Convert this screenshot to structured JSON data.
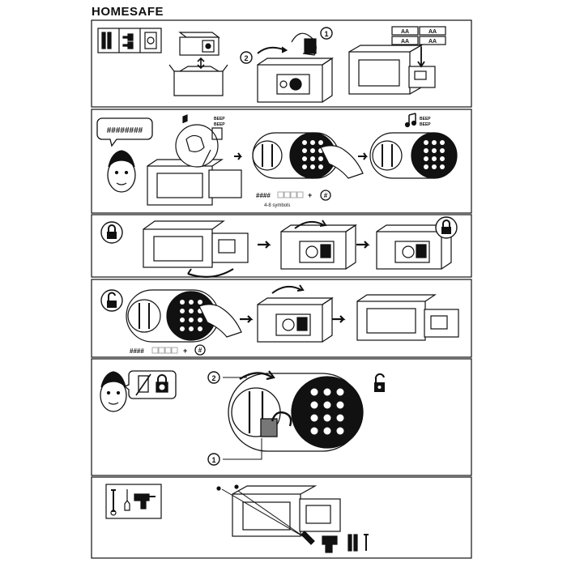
{
  "brand": "HOMESAFE",
  "panel1": {
    "step1": "1",
    "step2": "2",
    "battery_labels": [
      "AA",
      "AA",
      "AA",
      "AA"
    ]
  },
  "panel2": {
    "speech": "########",
    "beep_top": "BEEP",
    "beep_bottom": "BEEP",
    "code_hash": "####",
    "code_plus": "+",
    "code_confirm": "#",
    "code_caption": "4-8 symbols",
    "beep2_top": "BEEP",
    "beep2_bottom": "BEEP"
  },
  "panel4": {
    "code_hash": "####",
    "code_plus": "+",
    "code_confirm": "#"
  },
  "panel5": {
    "step2": "2",
    "step1": "1"
  },
  "icons": {
    "lock": "padlock-closed",
    "unlock": "padlock-open",
    "tools": "wrench-screwdriver-drill"
  }
}
